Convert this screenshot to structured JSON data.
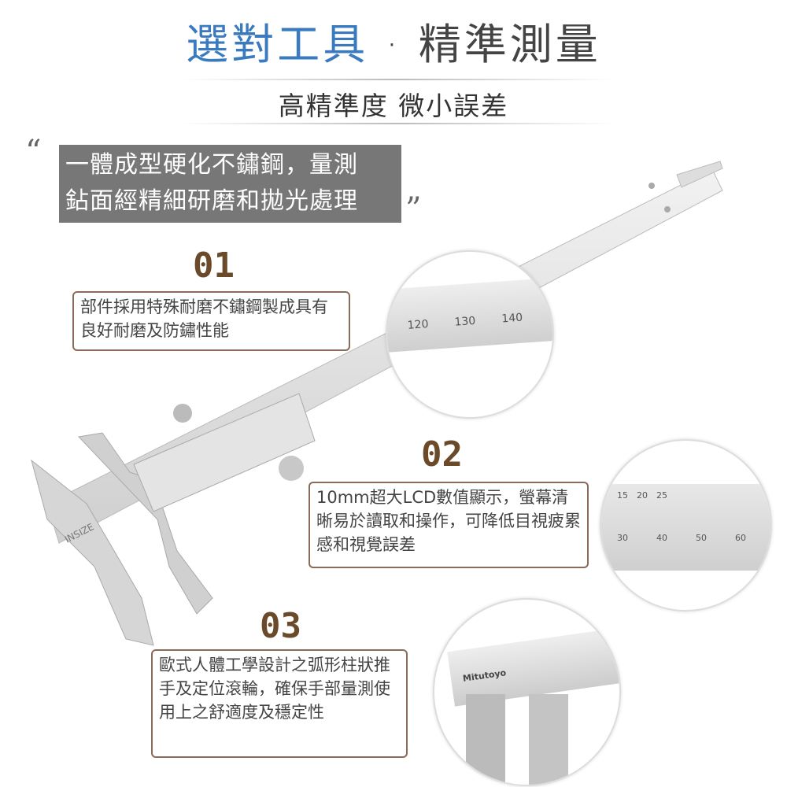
{
  "header": {
    "title_highlight": "選對工具",
    "title_separator": "·",
    "title_rest": "精準測量",
    "subtitle": "高精準度 微小誤差"
  },
  "quote": {
    "open_mark": "“",
    "close_mark": "”",
    "line1": "一體成型硬化不鏽鋼，量測",
    "line2": "鉆面經精細研磨和拋光處理"
  },
  "features": [
    {
      "number": "01",
      "text": "部件採用特殊耐磨不鏽鋼製成具有良好耐磨及防鏽性能"
    },
    {
      "number": "02",
      "text": "10mm超大LCD數值顯示，螢幕清晰易於讀取和操作，可降低目視疲累感和視覺誤差"
    },
    {
      "number": "03",
      "text": "歐式人體工學設計之弧形柱狀推手及定位滾輪，確保手部量測使用上之舒適度及穩定性"
    }
  ],
  "images": {
    "caliper_brand": "INSIZE",
    "circle1_scale": [
      "120",
      "130",
      "140"
    ],
    "circle2_scale": [
      "15",
      "20",
      "25",
      "30",
      "40",
      "50",
      "60"
    ],
    "circle3_brand": "Mitutoyo"
  },
  "colors": {
    "accent_blue": "#3a7bbf",
    "number_brown": "#6b4a2a",
    "quote_box": "#777777"
  }
}
